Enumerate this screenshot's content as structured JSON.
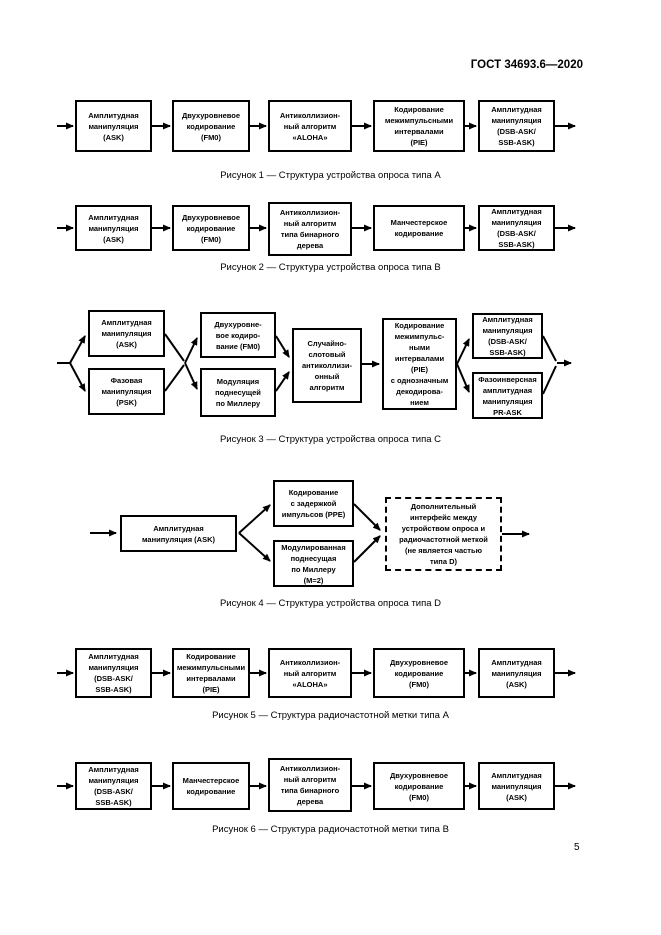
{
  "header": {
    "doc_number": "ГОСТ 34693.6—2020"
  },
  "footer": {
    "page_number": "5"
  },
  "figures": [
    {
      "caption": "Рисунок 1 — Структура устройства опроса типа А",
      "boxes": [
        "Амплитудная\nманипуляция\n(ASK)",
        "Двухуровневое\nкодирование\n(FM0)",
        "Антиколлизион-\nный алгоритм\n«ALOHA»",
        "Кодирование\nмежимпульсными\nинтервалами\n(PIE)",
        "Амплитудная\nманипуляция\n(DSB-ASK/\nSSB-ASK)"
      ]
    },
    {
      "caption": "Рисунок 2 — Структура устройства опроса типа В",
      "boxes": [
        "Амплитудная\nманипуляция\n(ASK)",
        "Двухуровневое\nкодирование\n(FM0)",
        "Антиколлизион-\nный алгоритм\nтипа бинарного\nдерева",
        "Манчестерское\nкодирование",
        "Амплитудная\nманипуляция\n(DSB-ASK/\nSSB-ASK)"
      ]
    },
    {
      "caption": "Рисунок 3 — Структура устройства опроса типа С",
      "boxes": [
        "Амплитудная\nманипуляция\n(ASK)",
        "Фазовая\nманипуляция\n(PSK)",
        "Двухуровне-\nвое кодиро-\nвание (FM0)",
        "Модуляция\nподнесущей\nпо Миллеру",
        "Случайно-\nслотовый\nантиколлизи-\nонный\nалгоритм",
        "Кодирование\nмежимпульс-\nными\nинтервалами\n(PIE)\nс однозначным\nдекодирова-\nнием",
        "Амплитудная\nманипуляция\n(DSB-ASK/\nSSB-ASK)",
        "Фазоинверсная\nамплитудная\nманипуляция\nPR-ASK"
      ]
    },
    {
      "caption": "Рисунок 4 — Структура устройства опроса типа D",
      "boxes": [
        "Амплитудная\nманипуляция (ASK)",
        "Кодирование\nс задержкой\nимпульсов (PPE)",
        "Модулированная\nподнесущая\nпо Миллеру\n(М=2)",
        "Дополнительный\nинтерфейс между\nустройством опроса и\nрадиочастотной меткой\n(не является частью\nтипа D)"
      ]
    },
    {
      "caption": "Рисунок 5 — Структура радиочастотной метки типа А",
      "boxes": [
        "Амплитудная\nманипуляция\n(DSB-ASK/\nSSB-ASK)",
        "Кодирование\nмежимпульсными\nинтервалами\n(PIE)",
        "Антиколлизион-\nный алгоритм\n«ALOHA»",
        "Двухуровневое\nкодирование\n(FM0)",
        "Амплитудная\nманипуляция\n(ASK)"
      ]
    },
    {
      "caption": "Рисунок 6 — Структура радиочастотной метки типа В",
      "boxes": [
        "Амплитудная\nманипуляция\n(DSB-ASK/\nSSB-ASK)",
        "Манчестерское\nкодирование",
        "Антиколлизион-\nный алгоритм\nтипа бинарного\nдерева",
        "Двухуровневое\nкодирование\n(FM0)",
        "Амплитудная\nманипуляция\n(ASK)"
      ]
    }
  ]
}
